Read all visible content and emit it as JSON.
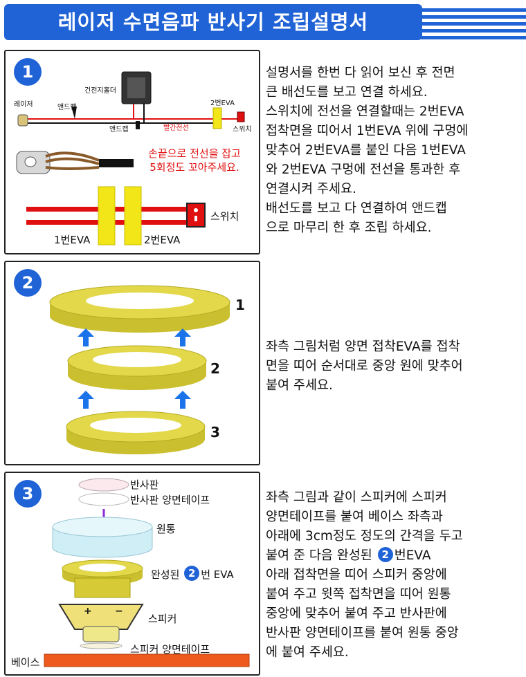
{
  "title": "레이저 수면음파 반사기 조립설명서",
  "steps": [
    {
      "number": "1",
      "labels": {
        "laser": "레이저",
        "end_cap_top": "앤드캡",
        "battery_holder": "건전지홀더",
        "eva2": "2번EVA",
        "end_cap_bottom": "앤드캡",
        "red_wire": "빨간전선",
        "switch_small": "스위치",
        "twist_line1": "손끝으로 전선을 잡고",
        "twist_line2": "5회정도 꼬아주세요.",
        "switch": "스위치",
        "eva1_big": "1번EVA",
        "eva2_big": "2번EVA"
      },
      "description": [
        "설명서를 한번 다 읽어 보신 후 전면",
        "큰 배선도를 보고 연결 하세요.",
        "스위치에 전선을 연결할때는 2번EVA",
        "접착면을 띠어서 1번EVA 위에 구멍에",
        "맞추어 2번EVA를 붙인 다음 1번EVA",
        "와 2번EVA 구멍에 전선을 통과한 후",
        "연결시켜 주세요.",
        "배선도를 보고 다 연결하여 앤드캡",
        "으로 마무리 한 후 조립 하세요."
      ]
    },
    {
      "number": "2",
      "ring_labels": [
        "1",
        "2",
        "3"
      ],
      "description": [
        "좌측 그림처럼 양면 접착EVA를 접착",
        "면을 띠어 순서대로 중앙 원에 맞추어",
        "붙여 주세요."
      ]
    },
    {
      "number": "3",
      "labels": {
        "reflector": "반사판",
        "reflector_tape": "반사판 양면테이프",
        "cylinder": "원통",
        "finished_prefix": "완성된",
        "finished_badge": "2",
        "finished_suffix": "번 EVA",
        "speaker": "스피커",
        "speaker_tape": "스피커 양면테이프",
        "base": "베이스",
        "plus": "+",
        "minus": "−"
      },
      "description_lines": [
        "좌측 그림과 같이 스피커에 스피커",
        "양면테이프를 붙여 베이스 좌측과",
        "아래에 3cm정도 정도의 간격을 두고"
      ],
      "description_mid": {
        "prefix": "붙여 준 다음 완성된",
        "badge": "2",
        "suffix": "번EVA"
      },
      "description_tail": [
        "아래 접착면을 띠어 스피커 중앙에",
        "붙여 주고 윗쪽 접착면을 띠어 원통",
        "중앙에 맞추어 붙여 주고 반사판에",
        "반사판 양면테이프를 붙여 원통 중앙",
        "에 붙여 주세요."
      ]
    }
  ],
  "colors": {
    "brand_blue": "#1f63d6",
    "wire_red": "#e01010",
    "eva_yellow": "#f2e619",
    "ring_yellow": "#d9cf3a",
    "arrow_blue": "#1a73e8",
    "base_orange": "#ee5a1e",
    "cylinder_cyan": "#cfeef6"
  }
}
